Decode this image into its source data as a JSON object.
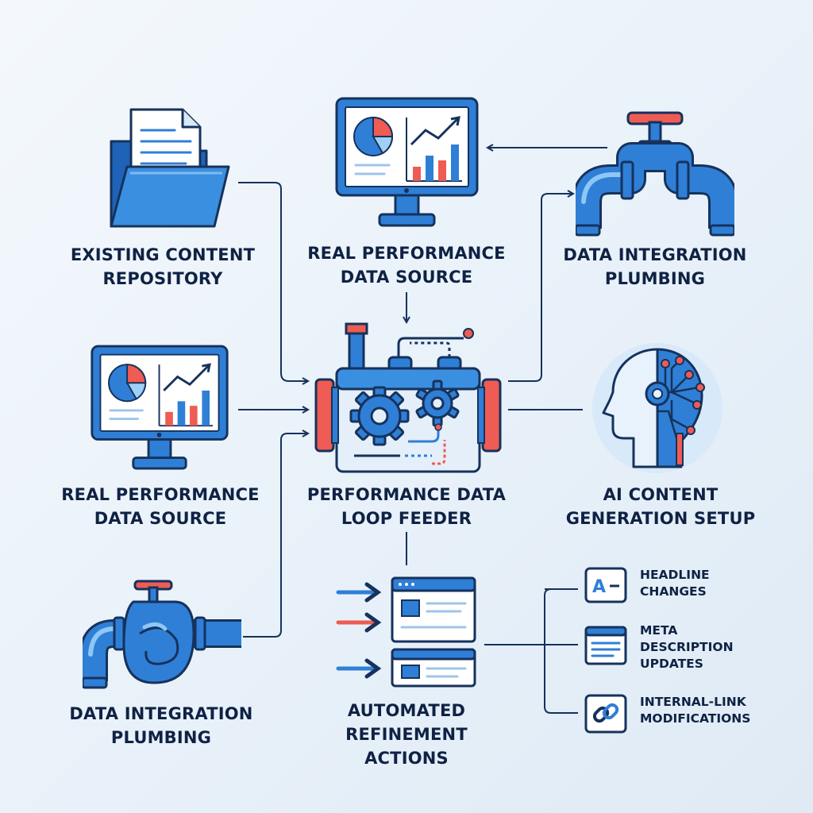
{
  "nodes": {
    "existing_content_repository": {
      "label": "EXISTING CONTENT\nREPOSITORY"
    },
    "real_performance_top": {
      "label": "REAL PERFORMANCE\nDATA SOURCE"
    },
    "data_integration_top": {
      "label": "DATA INTEGRATION\nPLUMBING"
    },
    "real_performance_left": {
      "label": "REAL PERFORMANCE\nDATA SOURCE"
    },
    "performance_loop_feeder": {
      "label": "PERFORMANCE DATA\nLOOP FEEDER"
    },
    "ai_content_generation": {
      "label": "AI CONTENT\nGENERATION SETUP"
    },
    "data_integration_bottom": {
      "label": "DATA INTEGRATION\nPLUMBING"
    },
    "automated_refinement": {
      "label": "AUTOMATED\nREFINEMENT\nACTIONS"
    }
  },
  "refinement_items": [
    {
      "label": "HEADLINE\nCHANGES",
      "icon_text": "A"
    },
    {
      "label": "META\nDESCRIPTION\nUPDATES"
    },
    {
      "label": "INTERNAL-LINK\nMODIFICATIONS"
    }
  ],
  "colors": {
    "navy": "#16325c",
    "blue": "#2f7fd6",
    "light_blue": "#cfe4f8",
    "accent_red": "#ee5c54",
    "text": "#0f2244"
  }
}
